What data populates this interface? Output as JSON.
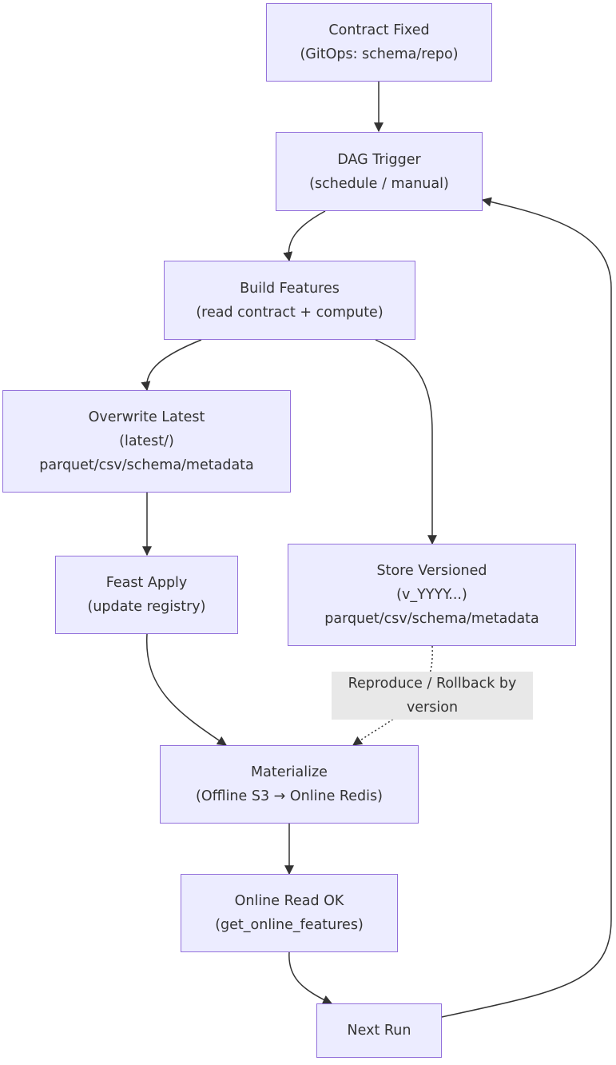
{
  "nodes": {
    "contract_fixed": {
      "line1": "Contract Fixed",
      "line2": "(GitOps: schema/repo)"
    },
    "dag_trigger": {
      "line1": "DAG Trigger",
      "line2": "(schedule / manual)"
    },
    "build_features": {
      "line1": "Build Features",
      "line2": "(read contract + compute)"
    },
    "overwrite_latest": {
      "line1": "Overwrite Latest",
      "line2": "(latest/)",
      "line3": "parquet/csv/schema/metadata"
    },
    "store_versioned": {
      "line1": "Store Versioned",
      "line2": "(v_YYYY...)",
      "line3": "parquet/csv/schema/metadata"
    },
    "feast_apply": {
      "line1": "Feast Apply",
      "line2": "(update registry)"
    },
    "materialize": {
      "line1": "Materialize",
      "line2": "(Offline S3 → Online Redis)"
    },
    "online_read_ok": {
      "line1": "Online Read OK",
      "line2": "(get_online_features)"
    },
    "next_run": {
      "line1": "Next Run"
    }
  },
  "edge_labels": {
    "reproduce": {
      "line1": "Reproduce / Rollback by",
      "line2": "version"
    }
  },
  "colors": {
    "node_fill": "#ececff",
    "node_border": "#9370db",
    "edge": "#333333",
    "edge_label_bg": "#e8e8e8",
    "text": "#333333"
  }
}
